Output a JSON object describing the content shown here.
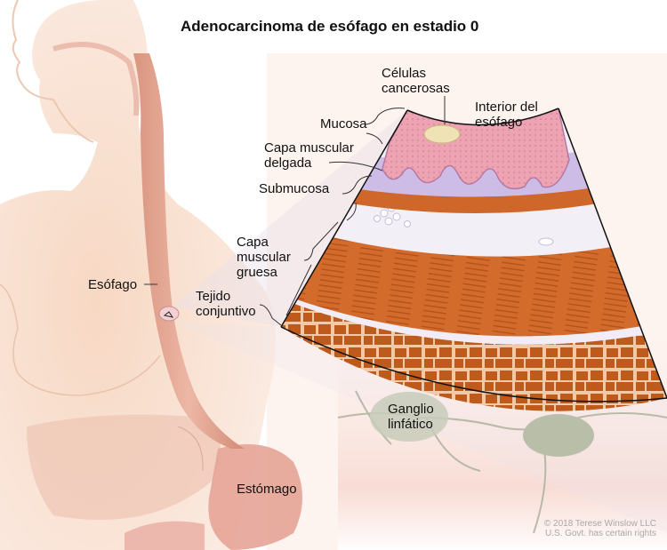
{
  "title": "Adenocarcinoma de esófago en estadio 0",
  "labels": {
    "celulas_cancerosas": [
      "Células",
      "cancerosas"
    ],
    "interior_esofago": [
      "Interior del",
      "esófago"
    ],
    "mucosa": "Mucosa",
    "capa_muscular_delgada": [
      "Capa muscular",
      "delgada"
    ],
    "submucosa": "Submucosa",
    "capa_muscular_gruesa": [
      "Capa",
      "muscular",
      "gruesa"
    ],
    "tejido_conjuntivo": [
      "Tejido",
      "conjuntivo"
    ],
    "esofago": "Esófago",
    "ganglio_linfatico": [
      "Ganglio",
      "linfático"
    ],
    "estomago": "Estómago"
  },
  "copyright": [
    "© 2018 Terese Winslow LLC",
    "U.S. Govt. has certain rights"
  ],
  "colors": {
    "skin": "#f6dccb",
    "esophagus": "#e4a591",
    "mucosa": "#eea3b3",
    "lamina": "#c9b8e4",
    "muscle": "#d0672a",
    "muscle_dark": "#b8541c",
    "submucosa": "#f1ecf6",
    "cancer_cells": "#efe3b5",
    "lymph_node": "#b6bda8"
  }
}
